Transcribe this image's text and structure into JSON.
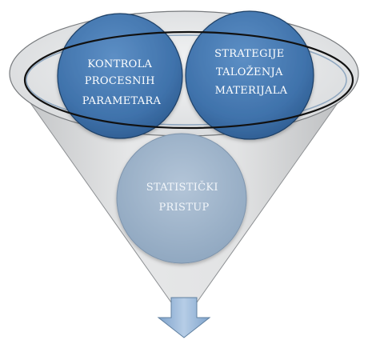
{
  "diagram": {
    "colors": {
      "funnel_body": "#d7d8d9",
      "funnel_rim": "#eceeef",
      "circle_dark": "#3c6fa8",
      "circle_light": "#9cb2c9",
      "arrow": "#97b6d8",
      "outline": "#111111",
      "label_dark": "#ffffff",
      "label_light": "#eef3f8"
    },
    "circles": [
      {
        "name": "kontrola-procesnih-parametara",
        "lines": [
          "KONTROLA",
          "PROCESNIH",
          "PARAMETARA"
        ]
      },
      {
        "name": "strategije-talozenja-materijala",
        "lines": [
          "STRATEGIJE",
          "TALOŽENJA",
          "MATERIJALA"
        ]
      },
      {
        "name": "statisticki-pristup",
        "lines": [
          "STATISTIČKI",
          "PRISTUP"
        ]
      }
    ],
    "output_arrow_icon": "arrow-down-icon"
  }
}
